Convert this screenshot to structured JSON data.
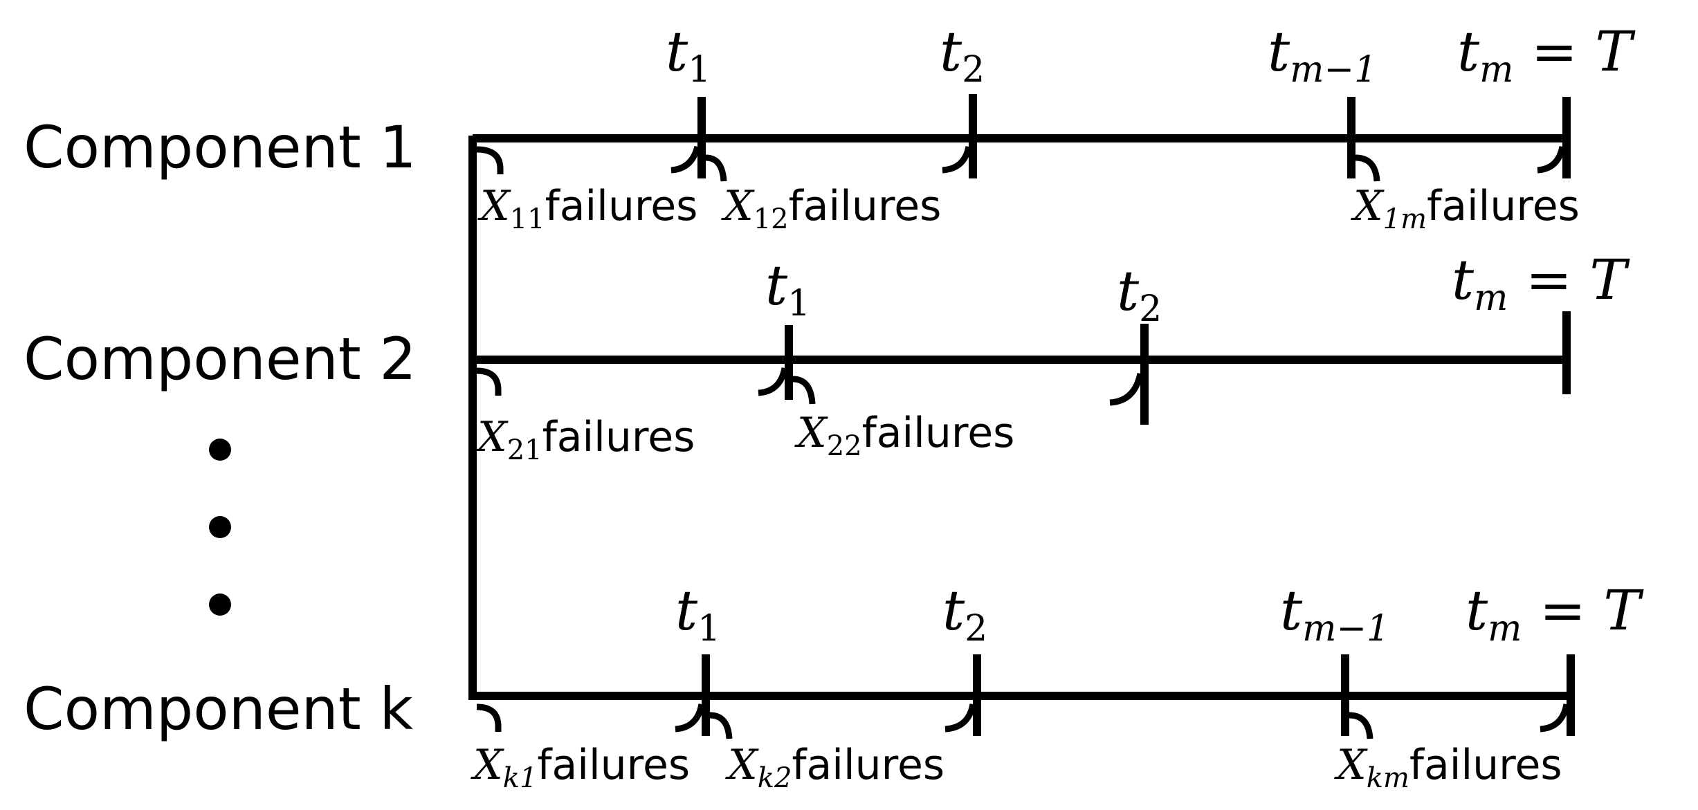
{
  "components": [
    {
      "label": "Component 1",
      "times": [
        "t",
        "t",
        "t",
        "t"
      ],
      "time_subs": [
        "1",
        "2",
        "m−1",
        "m"
      ],
      "end_suffix": " = T",
      "failures": [
        {
          "var": "X",
          "sub": "11",
          "word": "failures"
        },
        {
          "var": "X",
          "sub": "12",
          "word": "failures"
        },
        {
          "var": "X",
          "sub": "1m",
          "word": "failures"
        }
      ]
    },
    {
      "label": "Component 2",
      "times": [
        "t",
        "t",
        "t"
      ],
      "time_subs": [
        "1",
        "2",
        "m"
      ],
      "end_suffix": " = T",
      "failures": [
        {
          "var": "X",
          "sub": "21",
          "word": "failures"
        },
        {
          "var": "X",
          "sub": "22",
          "word": "failures"
        }
      ]
    },
    {
      "label": "Component k",
      "times": [
        "t",
        "t",
        "t",
        "t"
      ],
      "time_subs": [
        "1",
        "2",
        "m−1",
        "m"
      ],
      "end_suffix": " = T",
      "failures": [
        {
          "var": "X",
          "sub": "k1",
          "word": "failures"
        },
        {
          "var": "X",
          "sub": "k2",
          "word": "failures"
        },
        {
          "var": "X",
          "sub": "km",
          "word": "failures"
        }
      ]
    }
  ],
  "colors": {
    "ink": "#000000",
    "background": "#ffffff"
  }
}
